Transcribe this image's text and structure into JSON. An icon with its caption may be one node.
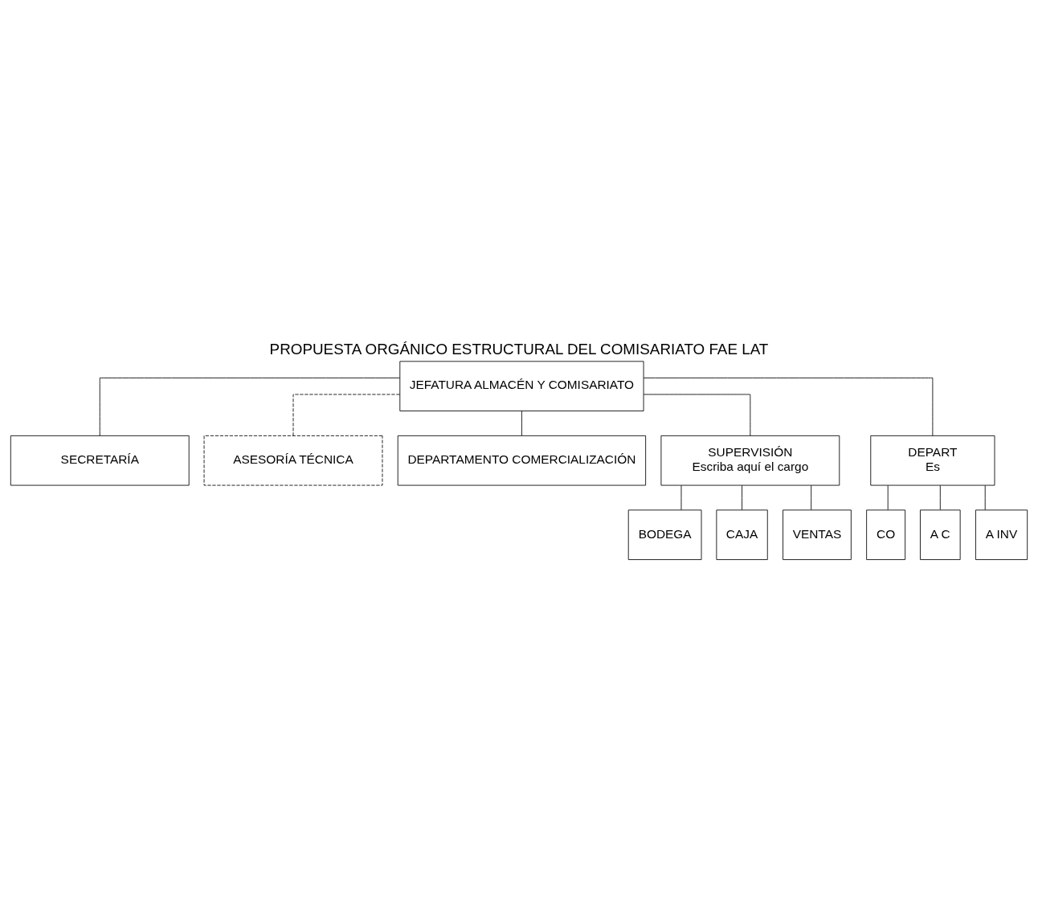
{
  "diagram": {
    "title": "PROPUESTA ORGÁNICO ESTRUCTURAL DEL COMISARIATO FAE LAT",
    "nodes": [
      {
        "text": [
          "JEFATURA ALMACÉN Y COMISARIATO"
        ]
      },
      {
        "text": [
          "SECRETARÍA"
        ]
      },
      {
        "text": [
          "ASESORÍA TÉCNICA"
        ]
      },
      {
        "text": [
          "DEPARTAMENTO COMERCIALIZACIÓN"
        ]
      },
      {
        "text": [
          "SUPERVISIÓN",
          "Escriba aquí el cargo"
        ]
      },
      {
        "text": [
          "DEPART",
          "Es"
        ]
      },
      {
        "text": [
          "BODEGA"
        ]
      },
      {
        "text": [
          "CAJA"
        ]
      },
      {
        "text": [
          "VENTAS"
        ]
      },
      {
        "text": [
          "CO"
        ]
      },
      {
        "text": [
          "A C"
        ]
      },
      {
        "text": [
          "A INV"
        ]
      }
    ],
    "edges": [
      {
        "from": 0,
        "to": 1,
        "arrow": "none"
      },
      {
        "from": 0,
        "to": 2,
        "arrow": "none",
        "style": "dashed"
      },
      {
        "from": 0,
        "to": 3,
        "arrow": "none"
      },
      {
        "from": 0,
        "to": 4,
        "arrow": "none"
      },
      {
        "from": 0,
        "to": 5,
        "arrow": "none"
      },
      {
        "from": 4,
        "to": 6,
        "arrow": "none"
      },
      {
        "from": 4,
        "to": 7,
        "arrow": "none"
      },
      {
        "from": 4,
        "to": 8,
        "arrow": "none"
      },
      {
        "from": 5,
        "to": 9,
        "arrow": "none"
      },
      {
        "from": 5,
        "to": 10,
        "arrow": "none"
      },
      {
        "from": 5,
        "to": 11,
        "arrow": "none"
      }
    ]
  }
}
